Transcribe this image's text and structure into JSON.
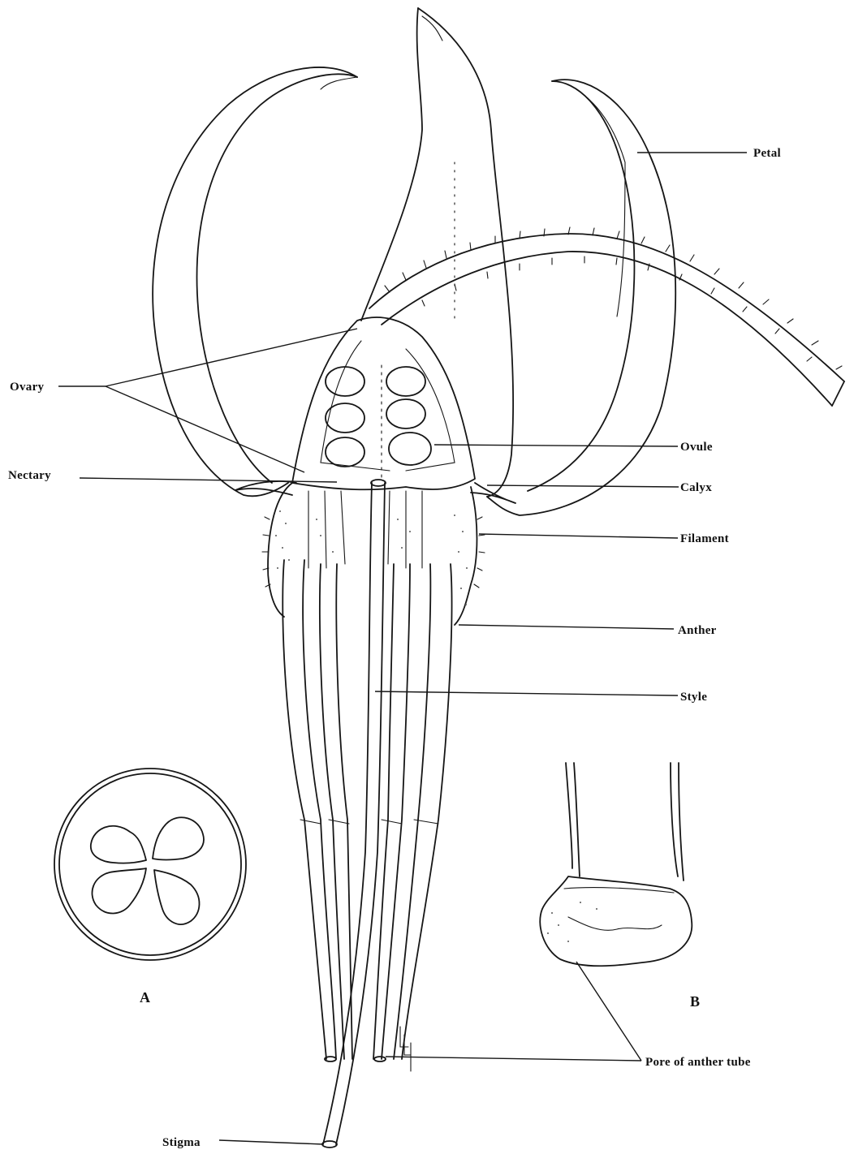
{
  "labels": {
    "petal": "Petal",
    "ovary": "Ovary",
    "nectary": "Nectary",
    "ovule": "Ovule",
    "calyx": "Calyx",
    "filament": "Filament",
    "anther": "Anther",
    "style": "Style",
    "stigma": "Stigma",
    "pore": "Pore of anther tube",
    "fig_a": "A",
    "fig_b": "B"
  },
  "colors": {
    "ink": "#161616",
    "paper": "#ffffff"
  }
}
